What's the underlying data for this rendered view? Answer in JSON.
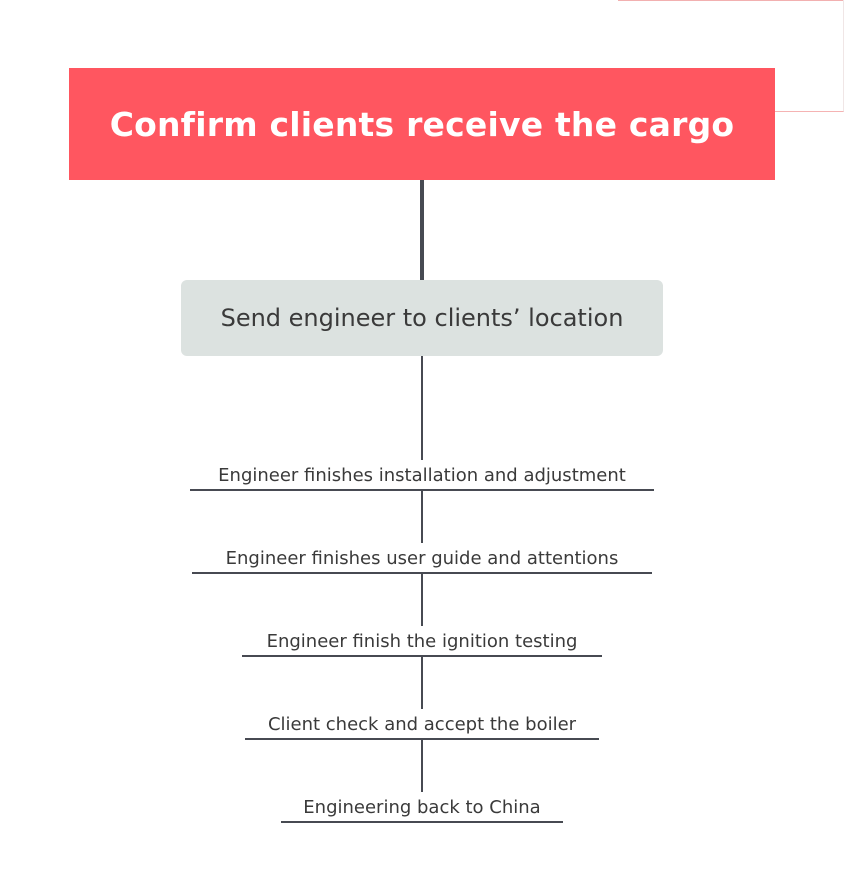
{
  "colors": {
    "root_fill": "#ff5660",
    "main_fill": "#dce2e0",
    "line": "#474a52"
  },
  "root": {
    "label": "Confirm clients receive the cargo"
  },
  "main_topic": {
    "label": "Send engineer to clients’ location"
  },
  "steps": [
    "Engineer finishes installation and adjustment",
    "Engineer finishes user guide and attentions",
    "Engineer finish the ignition testing",
    "Client check and accept the boiler",
    "Engineering back to China"
  ]
}
